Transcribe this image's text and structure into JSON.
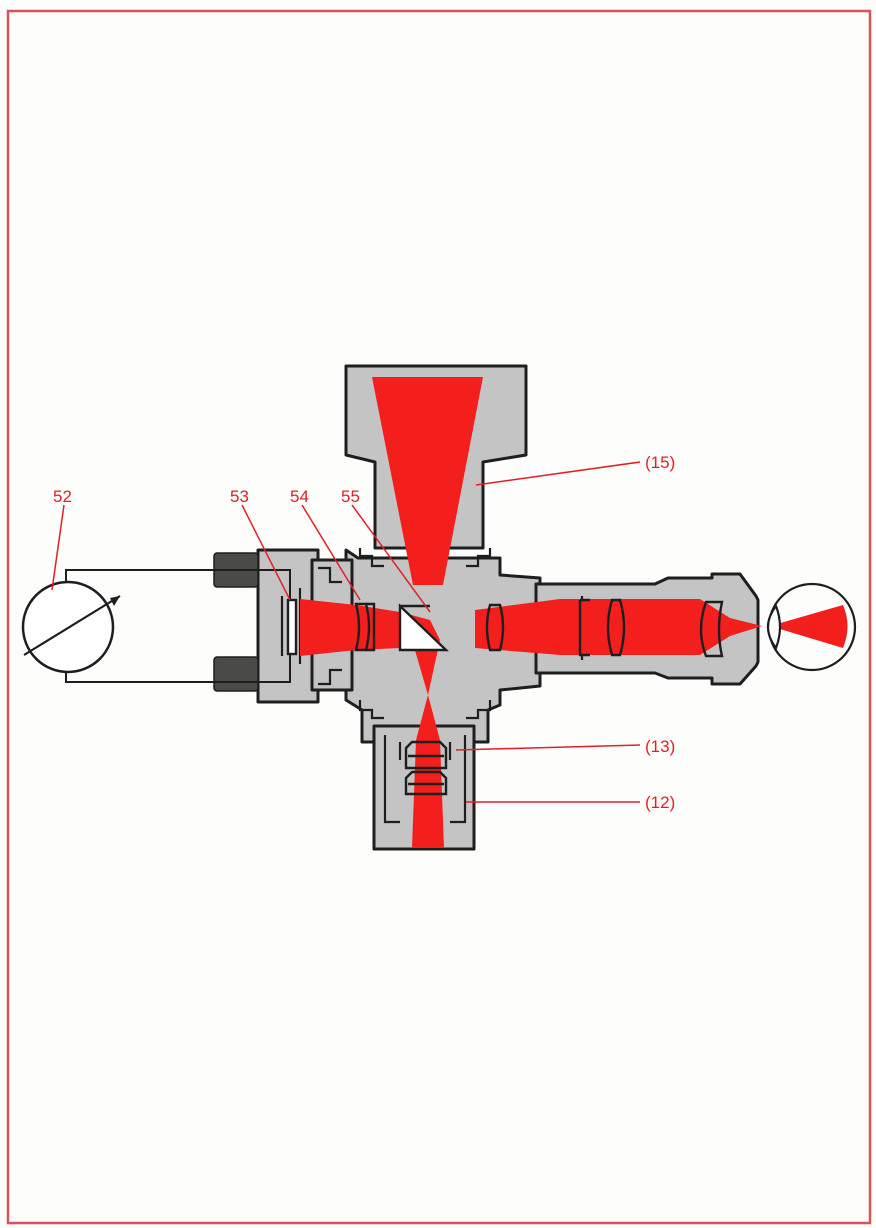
{
  "colors": {
    "page_border": "#d9535b",
    "housing_fill": "#c4c4c4",
    "outline": "#1e1e1e",
    "light_beam": "#f21f1c",
    "label": "#e21f26",
    "knob": "#4a4a46"
  },
  "labels": {
    "l52": "52",
    "l53": "53",
    "l54": "54",
    "l55": "55",
    "l15": "(15)",
    "l13": "(13)",
    "l12": "(12)"
  },
  "icons": {
    "meter": "galvanometer-icon",
    "eye": "eye-icon"
  }
}
